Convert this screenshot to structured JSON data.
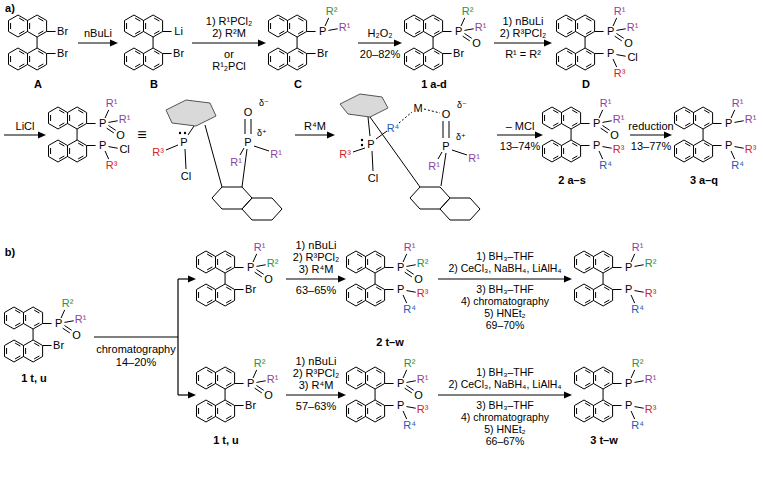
{
  "diagram": {
    "labels": [
      "a)",
      "Br",
      "Br",
      "A",
      "nBuLi",
      "Li",
      "Br",
      "B",
      "1) R¹PCl₂",
      "2) R²M",
      "or",
      "R¹₂PCl",
      "P",
      "R²",
      "R¹",
      "Br",
      "C",
      "H₂O₂",
      "20–82%",
      "P",
      "R²",
      "R¹",
      "O",
      "Br",
      "1 a-d",
      "1) nBuLi",
      "2) R³PCl₂",
      "R¹ = R²",
      "P",
      "R¹",
      "R¹",
      "O",
      "P",
      "Cl",
      "R³",
      "D",
      "LiCl",
      "P",
      "R¹",
      "R¹",
      "O",
      "P",
      "Cl",
      "R³",
      "≡",
      "R³",
      "P",
      "Cl",
      "O",
      "δ⁻",
      "P",
      "δ⁺",
      "R¹",
      "R¹",
      "R⁴M",
      "R³",
      "P",
      "Cl",
      "R⁴",
      "M",
      "O",
      "δ⁻",
      "P",
      "δ⁺",
      "R¹",
      "R¹",
      "– MCl",
      "13–74%",
      "P",
      "R¹",
      "R¹",
      "O",
      "P",
      "R⁴",
      "R³",
      "2 a–s",
      "reduction",
      "13–77%",
      "P",
      "R¹",
      "R¹",
      "P",
      "R⁴",
      "R³",
      "3 a–q",
      "b)",
      "P",
      "R²",
      "R¹",
      "O",
      "Br",
      "1 t, u",
      "chromatography",
      "14–20%",
      "P",
      "R¹",
      "R²",
      "O",
      "Br",
      "1) nBuLi",
      "2) R³PCl₂",
      "3) R⁴M",
      "63–65%",
      "P",
      "R¹",
      "R²",
      "O",
      "P",
      "R⁴",
      "R³",
      "2 t–w",
      "1) BH₃–THF",
      "2) CeCl₃, NaBH₄, LiAlH₄",
      "3) BH₃–THF",
      "4) chromatography",
      "5) HNEt₂",
      "69–70%",
      "P",
      "R¹",
      "R²",
      "P",
      "R⁴",
      "R³",
      "P",
      "R²",
      "R¹",
      "O",
      "Br",
      "1 t, u",
      "1) nBuLi",
      "2) R³PCl₂",
      "3) R⁴M",
      "57–63%",
      "P",
      "R²",
      "R¹",
      "O",
      "P",
      "R⁴",
      "R³",
      "1) BH₃–THF",
      "2) CeCl₃, NaBH₄, LiAlH₄",
      "3) BH₃–THF",
      "4) chromatography",
      "5) HNEt₂",
      "66–67%",
      "P",
      "R²",
      "R¹",
      "P",
      "R⁴",
      "R³",
      "3 t–w"
    ]
  }
}
